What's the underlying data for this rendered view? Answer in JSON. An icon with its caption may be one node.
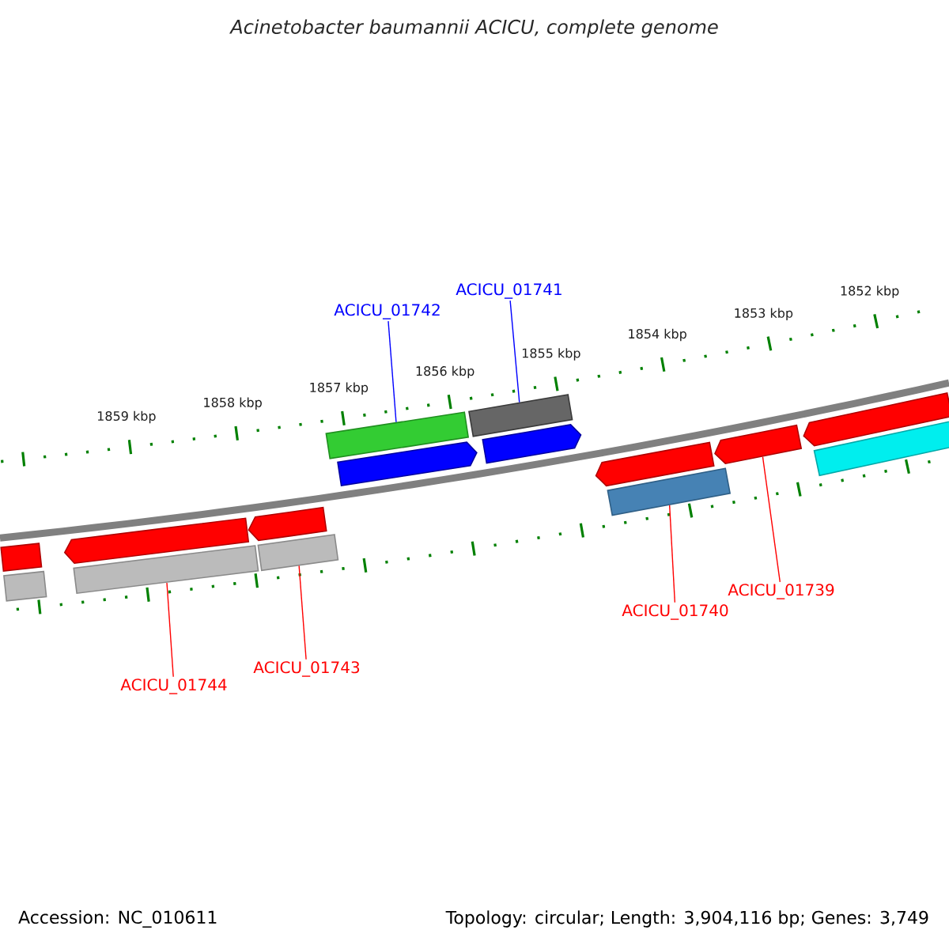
{
  "diagram": {
    "title": "Acinetobacter baumannii ACICU, complete genome",
    "nodes": [
      {
        "text": [
          "ACICU_01742"
        ]
      },
      {
        "text": [
          "ACICU_01741"
        ]
      },
      {
        "text": [
          "ACICU_01744"
        ]
      },
      {
        "text": [
          "ACICU_01743"
        ]
      },
      {
        "text": [
          "ACICU_01740"
        ]
      },
      {
        "text": [
          "ACICU_01739"
        ]
      },
      {
        "text": [],
        "shape": "bar"
      },
      {
        "text": [],
        "shape": "bar"
      },
      {
        "text": [],
        "shape": "arrow"
      },
      {
        "text": [],
        "shape": "bar"
      },
      {
        "text": [],
        "shape": "arrow"
      },
      {
        "text": [],
        "shape": "bar"
      },
      {
        "text": [],
        "shape": "bar"
      },
      {
        "text": [],
        "shape": "arrow"
      },
      {
        "text": [],
        "shape": "bar"
      },
      {
        "text": [],
        "shape": "arrow"
      },
      {
        "text": [],
        "shape": "arrow"
      },
      {
        "text": [],
        "shape": "bar"
      },
      {
        "text": [],
        "shape": "arrow"
      },
      {
        "text": [],
        "shape": "arrow"
      },
      {
        "text": [],
        "shape": "bar"
      }
    ],
    "edges": [
      {
        "from": 0,
        "to": 12,
        "arrow": "none",
        "color": "#0000ff"
      },
      {
        "from": 1,
        "to": 14,
        "arrow": "none",
        "color": "#0000ff"
      },
      {
        "from": 2,
        "to": 9,
        "arrow": "none"
      },
      {
        "from": 3,
        "to": 11,
        "arrow": "none"
      },
      {
        "from": 4,
        "to": 17,
        "arrow": "none"
      },
      {
        "from": 5,
        "to": 18,
        "arrow": "none"
      }
    ],
    "labels": [
      "1859 kbp",
      "1858 kbp",
      "1857 kbp",
      "1856 kbp",
      "1855 kbp",
      "1854 kbp",
      "1853 kbp",
      "1852 kbp",
      "Accession: NC_010611",
      "Topology: circular; Length: 3,904,116 bp; Genes: 3,749"
    ]
  }
}
